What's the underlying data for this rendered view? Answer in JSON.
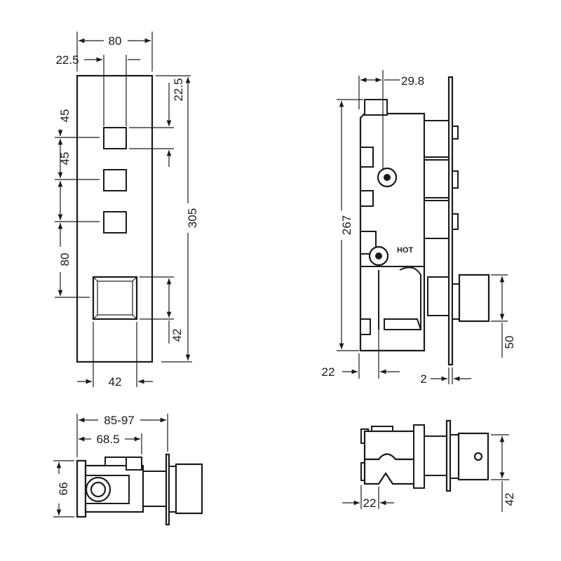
{
  "front_view": {
    "dim_width": "80",
    "dim_offset": "22.5",
    "dim_top_offset": "22.5",
    "dim_spacing_1": "45",
    "dim_spacing_2": "45",
    "dim_spacing_3": "80",
    "dim_height": "305",
    "dim_handle_height": "42",
    "dim_handle_width": "42"
  },
  "side_view": {
    "dim_depth_top": "29.8",
    "dim_height": "267",
    "dim_handle_height": "50",
    "dim_bottom_left": "22",
    "dim_plate": "2",
    "hot_label": "HOT"
  },
  "top_view": {
    "dim_depth_range": "85-97",
    "dim_depth": "68.5",
    "dim_height": "66"
  },
  "bottom_right_view": {
    "dim_width": "22",
    "dim_height": "42"
  }
}
